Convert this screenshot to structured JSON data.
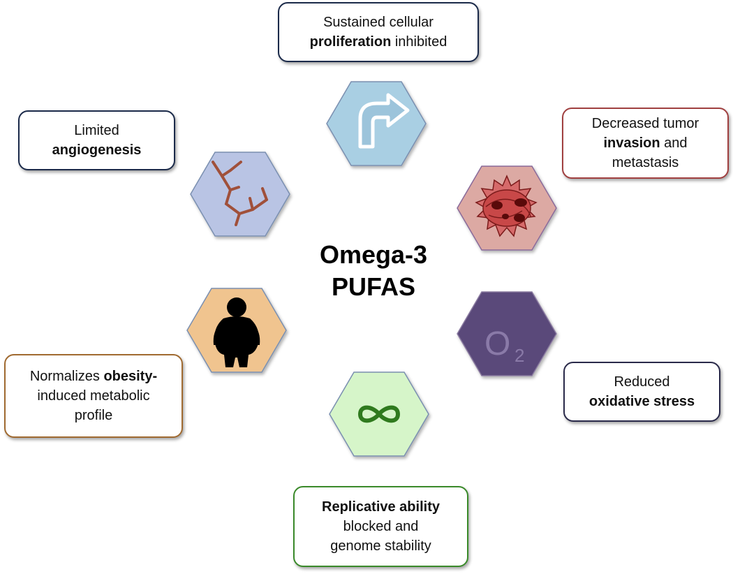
{
  "center": {
    "line1": "Omega-3",
    "line2": "PUFAS"
  },
  "boxes": {
    "proliferation": {
      "l1": "Sustained cellular",
      "l2_bold": "proliferation",
      "l2_rest": " inhibited",
      "border": "#1b2a4a"
    },
    "angiogenesis": {
      "l1": "Limited",
      "l2_bold": "angiogenesis",
      "border": "#1b2a4a"
    },
    "invasion": {
      "l1": "Decreased tumor",
      "l2_bold": "invasion",
      "l2_rest": " and",
      "l3": "metastasis",
      "border": "#a04040"
    },
    "obesity": {
      "l1_rest": "Normalizes ",
      "l1_bold": "obesity-",
      "l2": "induced metabolic",
      "l3": "profile",
      "border": "#a06a30"
    },
    "oxidative": {
      "l1": "Reduced",
      "l2_bold": "oxidative stress",
      "border": "#2a2a4a"
    },
    "replicative": {
      "l1_bold": "Replicative ability",
      "l2": "blocked and",
      "l3": "genome stability",
      "border": "#3a8a2a"
    }
  },
  "hexagons": {
    "proliferation": {
      "fill": "#a9cfe3",
      "icon": "turn-right-arrow-icon"
    },
    "angiogenesis": {
      "fill": "#b9c4e4",
      "icon": "blood-vessel-icon"
    },
    "invasion": {
      "fill": "#dca9a3",
      "icon": "tumor-cells-icon"
    },
    "obesity": {
      "fill": "#f0c48f",
      "icon": "obese-person-icon"
    },
    "oxidative": {
      "fill": "#5a4a7a",
      "icon": "oxygen-o2-icon",
      "symbol": "O",
      "subscript": "2"
    },
    "replicative": {
      "fill": "#d6f5c9",
      "icon": "infinity-icon"
    }
  }
}
